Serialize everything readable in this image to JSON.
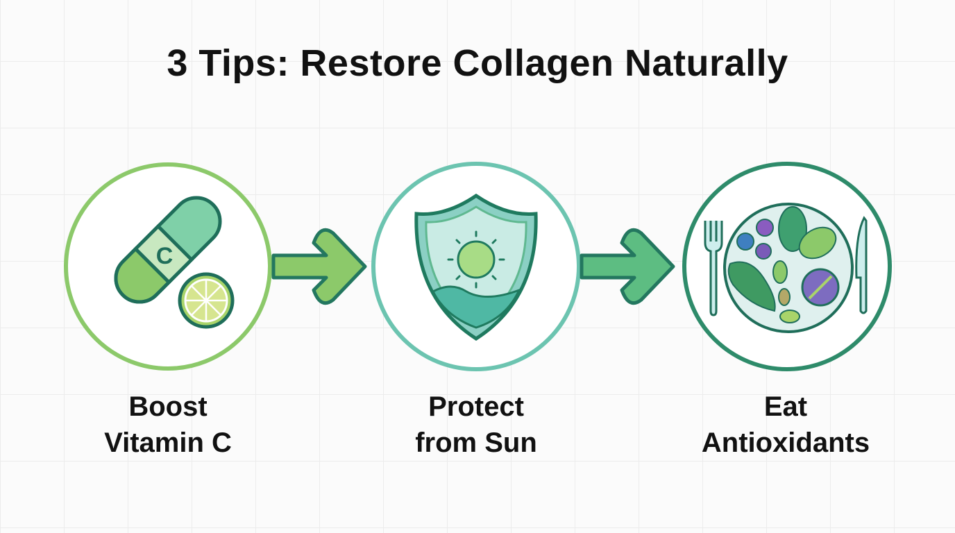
{
  "title": "3 Tips: Restore Collagen Naturally",
  "steps": [
    {
      "line1": "Boost",
      "line2": "Vitamin C",
      "icon": "vitamin-c-capsule-icon",
      "color": "#8cc96a"
    },
    {
      "line1": "Protect",
      "line2": "from Sun",
      "icon": "sun-shield-icon",
      "color": "#6cc4b0"
    },
    {
      "line1": "Eat",
      "line2": "Antioxidants",
      "icon": "healthy-plate-icon",
      "color": "#2e8b6a"
    }
  ],
  "capsule_letter": "C"
}
